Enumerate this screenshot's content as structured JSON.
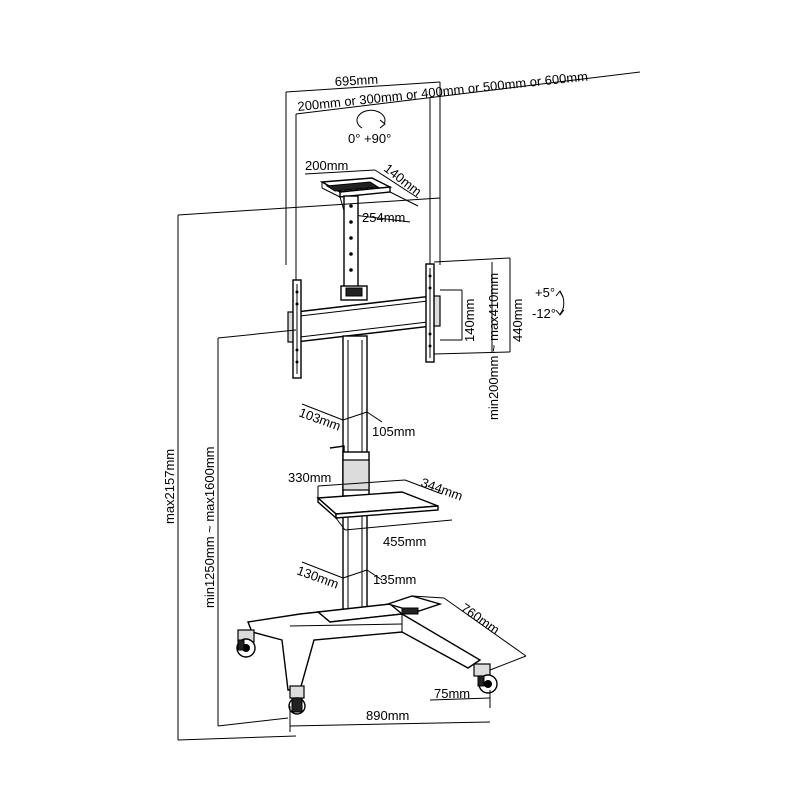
{
  "dimensions": {
    "top_width": "695mm",
    "vesa_widths": "200mm or 300mm or 400mm or 500mm or 600mm",
    "rotation": "0° +90°",
    "top_plate_a": "200mm",
    "top_plate_b": "140mm",
    "top_plate_c": "254mm",
    "tilt_up": "+5°",
    "tilt_down": "-12°",
    "bracket_inner": "140mm",
    "bracket_outer": "440mm",
    "vesa_height": "min200mm ~ max410mm",
    "total_height": "max2157mm",
    "center_height": "min1250mm ~ max1600mm",
    "column_upper_a": "103mm",
    "column_upper_b": "105mm",
    "shelf_a": "330mm",
    "shelf_b": "344mm",
    "shelf_c": "455mm",
    "column_lower_a": "130mm",
    "column_lower_b": "135mm",
    "base_depth": "760mm",
    "base_width": "890mm",
    "wheel": "75mm"
  }
}
